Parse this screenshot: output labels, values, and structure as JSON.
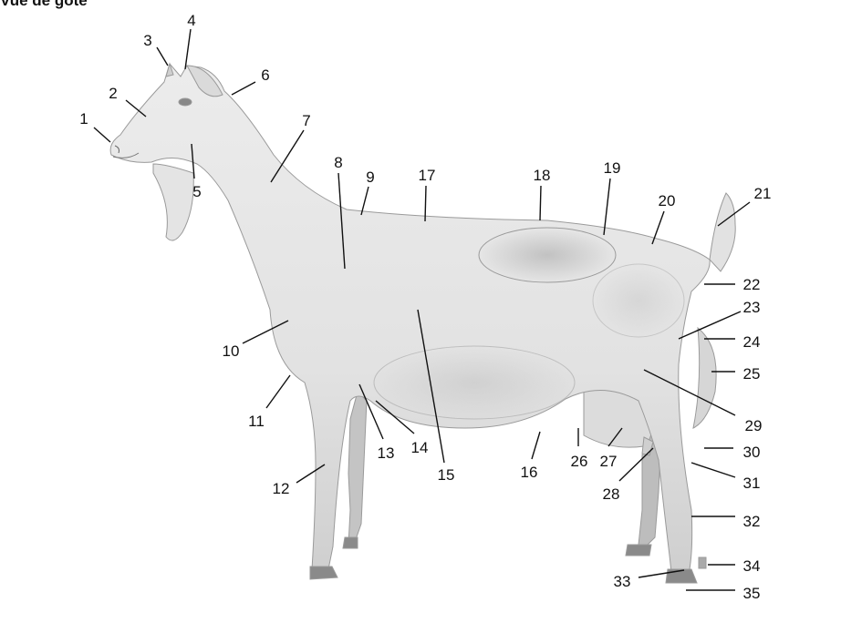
{
  "title": "Vue de gôté",
  "numbers": [
    "1",
    "2",
    "3",
    "4",
    "5",
    "6",
    "7",
    "8",
    "9",
    "10",
    "11",
    "12",
    "13",
    "14",
    "15",
    "16",
    "17",
    "18",
    "19",
    "20",
    "21",
    "22",
    "23",
    "24",
    "25",
    "26",
    "27",
    "28",
    "29",
    "30",
    "31",
    "32",
    "33",
    "34",
    "35"
  ]
}
